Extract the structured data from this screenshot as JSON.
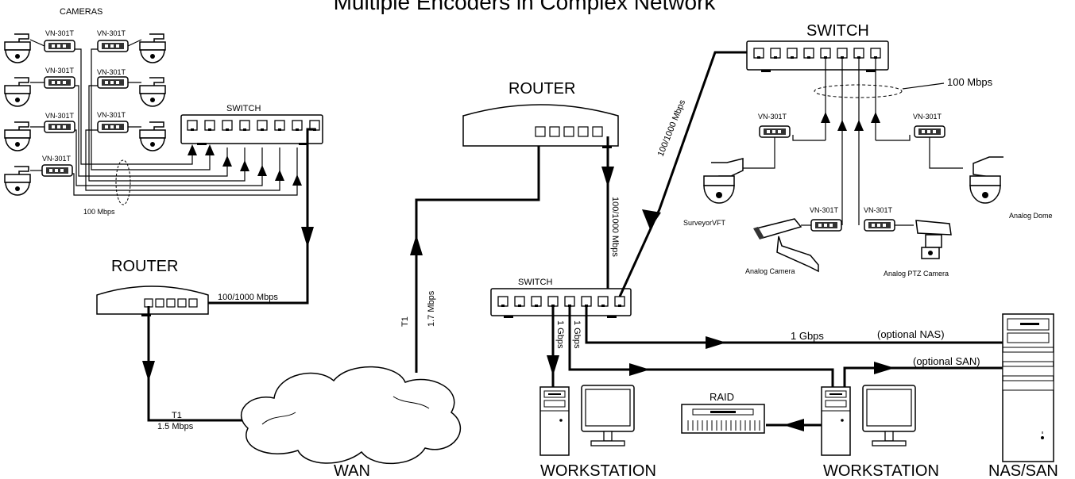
{
  "title": "Multiple Encoders in Complex Network",
  "labels": {
    "cameras": "CAMERAS",
    "switch": "SWITCH",
    "router": "ROUTER",
    "wan": "WAN",
    "workstation": "WORKSTATION",
    "nas_san": "NAS/SAN",
    "raid": "RAID",
    "encoder": "VN-301T",
    "speed_100": "100 Mbps",
    "speed_100_1000": "100/1000 Mbps",
    "t1": "T1",
    "speed_1_5": "1.5 Mbps",
    "speed_1_7": "1.7 Mbps",
    "speed_1g": "1 Gbps",
    "optional_nas": "(optional NAS)",
    "optional_san": "(optional SAN)",
    "surveyor": "SurveyorVFT",
    "analog_dome": "Analog Dome",
    "analog_camera": "Analog Camera",
    "analog_ptz": "Analog PTZ Camera"
  }
}
